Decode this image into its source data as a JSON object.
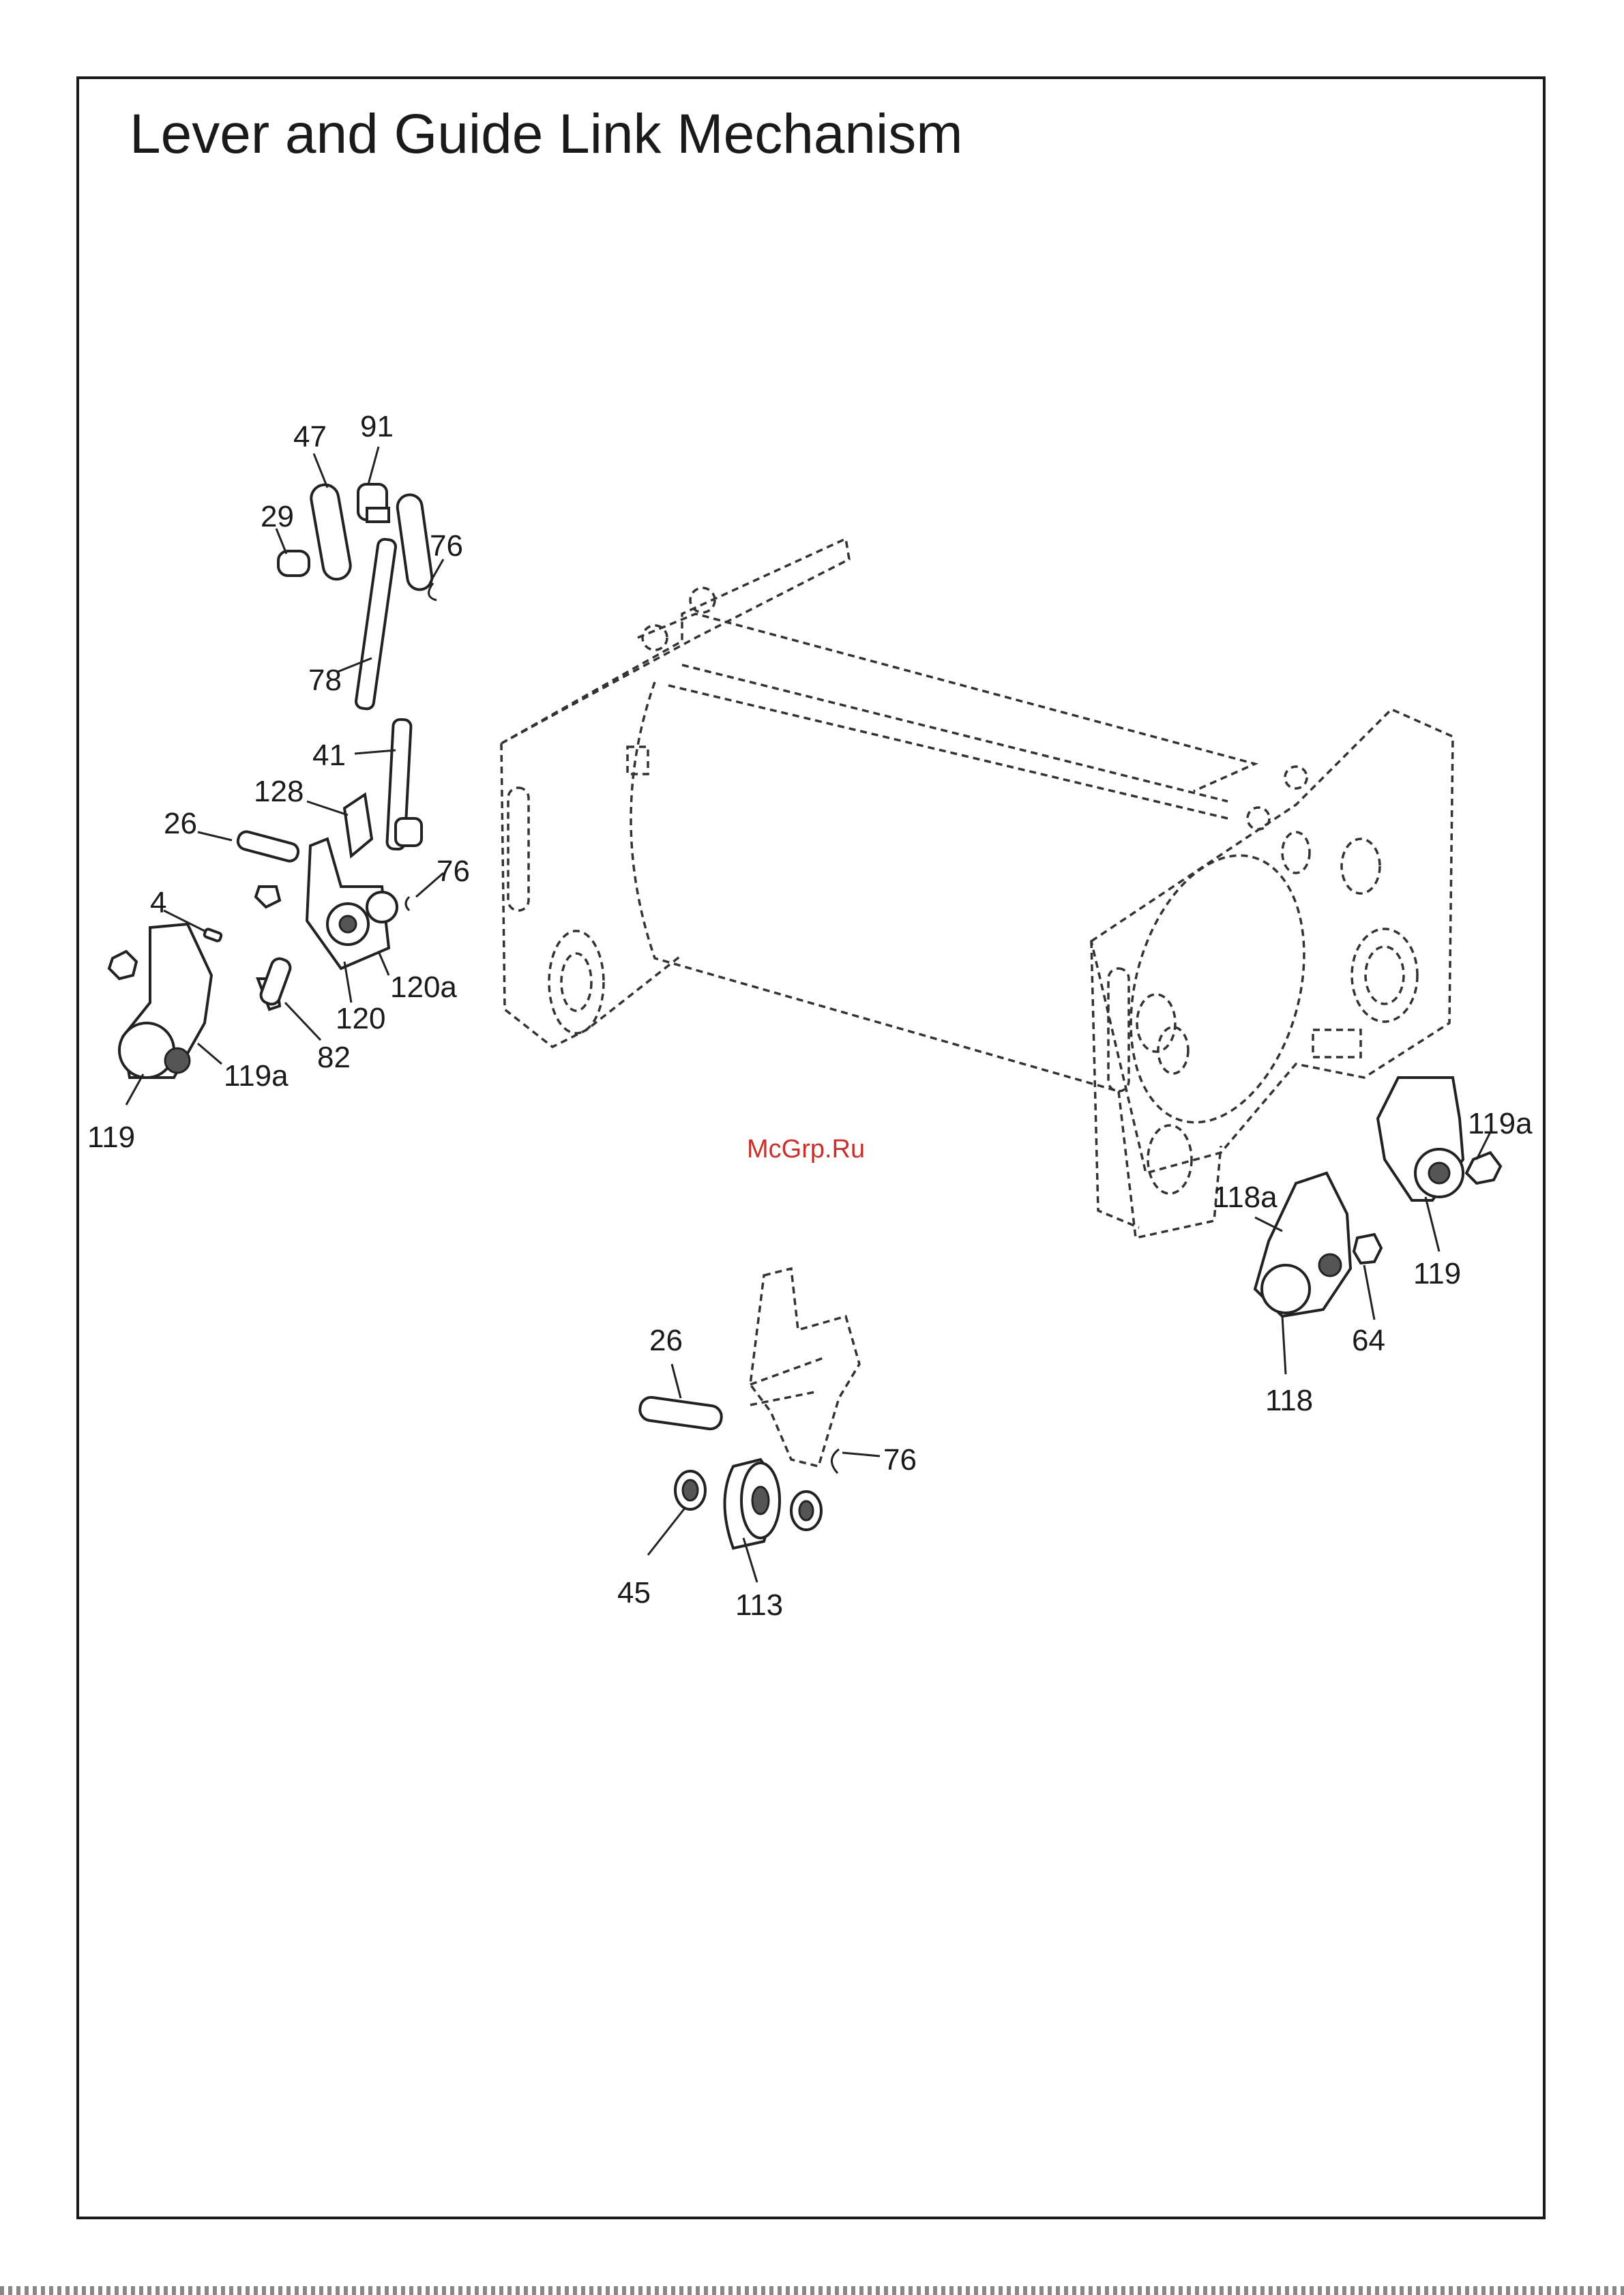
{
  "title": "Lever and Guide Link Mechanism",
  "watermark": "McGrp.Ru",
  "callouts": [
    "47",
    "91",
    "29",
    "76",
    "78",
    "41",
    "128",
    "26",
    "76",
    "4",
    "120a",
    "120",
    "82",
    "119a",
    "119",
    "119a",
    "118a",
    "119",
    "64",
    "118",
    "26",
    "76",
    "45",
    "113"
  ]
}
